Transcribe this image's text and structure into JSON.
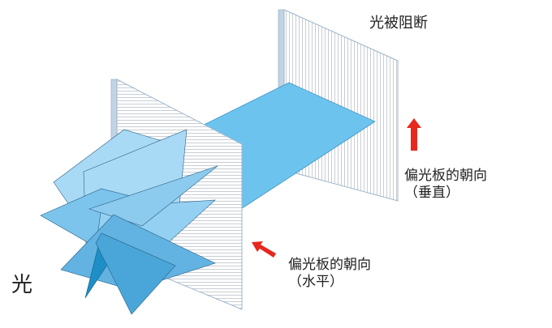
{
  "labels": {
    "light": "光",
    "blocked": "光被阻断",
    "vertical_polarizer": {
      "line1": "偏光板的朝向",
      "line2": "（垂直）"
    },
    "horizontal_polarizer": {
      "line1": "偏光板的朝向",
      "line2": "（水平）"
    }
  },
  "colors": {
    "light_wave_light": "#a9daf5",
    "light_wave_mid": "#7cc4ec",
    "light_wave_dark": "#1e8fc6",
    "beam": "#6cc3ee",
    "polarizer_face": "#ffffff",
    "polarizer_lines": "#c9ced4",
    "polarizer_edge": "#b8c9d8",
    "arrow": "#e8271d",
    "outline": "#2a5f86"
  }
}
